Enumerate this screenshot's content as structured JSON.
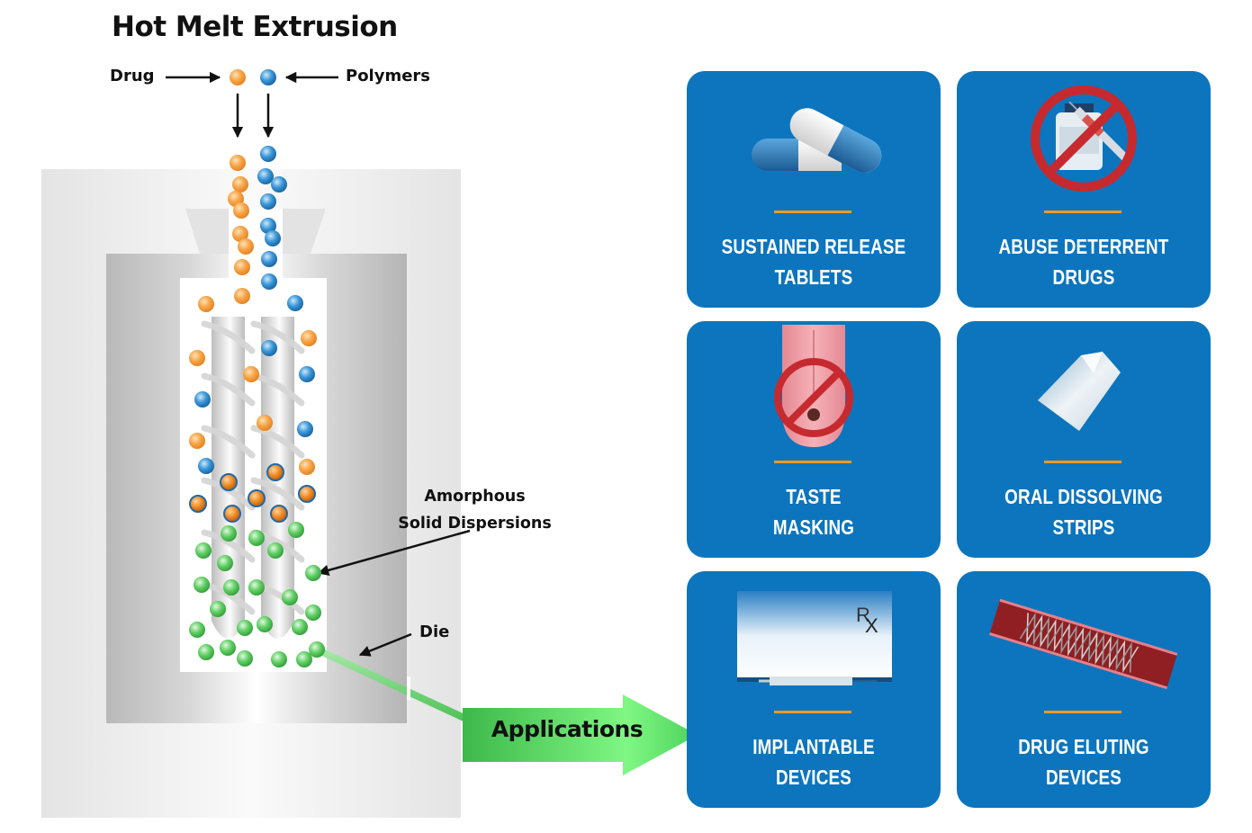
{
  "title": "Hot Melt Extrusion",
  "inputs": {
    "drug_label": "Drug",
    "polymers_label": "Polymers"
  },
  "annotations": {
    "asd_line1": "Amorphous",
    "asd_line2": "Solid Dispersions",
    "die": "Die"
  },
  "arrow_label": "Applications",
  "colors": {
    "drug": "#f5a03a",
    "polymer": "#2f8fd3",
    "dispersion": "#4cc24f",
    "card_bg": "#0c75bd",
    "card_rule": "#f29a1f",
    "arrow_green": "#5fe36a"
  },
  "applications": [
    {
      "line1": "SUSTAINED RELEASE",
      "line2": "TABLETS",
      "icon": "capsule-pills-icon"
    },
    {
      "line1": "ABUSE DETERRENT",
      "line2": "DRUGS",
      "icon": "no-drugs-syringe-icon"
    },
    {
      "line1": "TASTE",
      "line2": "MASKING",
      "icon": "tongue-prohibited-icon"
    },
    {
      "line1": "ORAL DISSOLVING",
      "line2": "STRIPS",
      "icon": "dissolving-strip-icon"
    },
    {
      "line1": "IMPLANTABLE",
      "line2": "DEVICES",
      "icon": "rx-box-syringe-icon"
    },
    {
      "line1": "DRUG ELUTING",
      "line2": "DEVICES",
      "icon": "stent-vessel-icon"
    }
  ]
}
